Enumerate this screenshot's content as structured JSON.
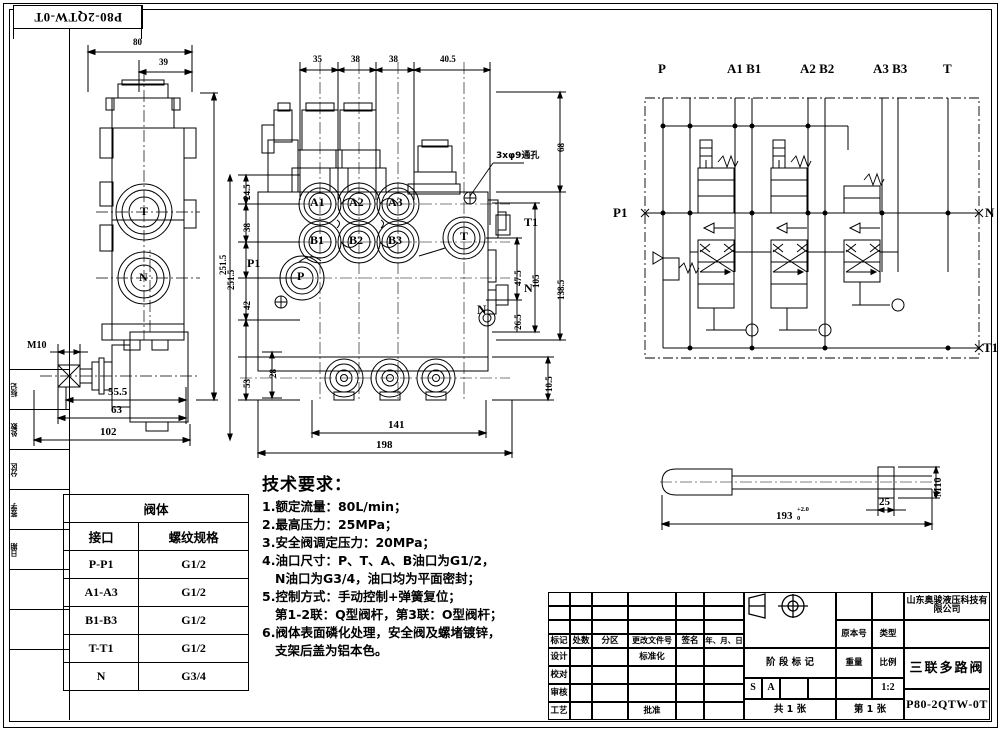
{
  "drawing": {
    "code_box_label": "P80-2QTW-0T",
    "title": "三联多路阀",
    "model": "P80-2QTW-0T",
    "company": "山东奥骏液压科技有限公司"
  },
  "left_strip": [
    {
      "label": "标记"
    },
    {
      "label": "处数"
    },
    {
      "label": "分区"
    },
    {
      "label": "签字"
    },
    {
      "label": "日期"
    }
  ],
  "top_view": {
    "dims": [
      "80",
      "39"
    ],
    "overall_height": "251.5",
    "ports": [
      "T",
      "N"
    ]
  },
  "left_view": {
    "thread": "M10",
    "dims": [
      "55.5",
      "63",
      "102"
    ]
  },
  "front_view": {
    "top_dims": [
      "35",
      "38",
      "38",
      "40.5"
    ],
    "left_dims": [
      "24.5",
      "38",
      "42",
      "53",
      "28",
      "251.5"
    ],
    "right_dims": [
      "68",
      "138.5",
      "105",
      "47.5",
      "26.5",
      "10.5"
    ],
    "bottom_dims": [
      "141",
      "198"
    ],
    "hole_callout": "3xφ9通孔",
    "port_labels": [
      "A1",
      "A2",
      "A3",
      "B1",
      "B2",
      "B3",
      "P",
      "T",
      "N",
      "P1",
      "T1"
    ]
  },
  "handle_view": {
    "length": "193",
    "tol_upper": "+2.0",
    "tol_lower": "0",
    "nut_width": "25",
    "thread": "M10"
  },
  "schematic": {
    "top_labels": [
      "P",
      "A1 B1",
      "A2 B2",
      "A3 B3",
      "T"
    ],
    "left_label": "P1",
    "right_label": "N",
    "bottom_right_label": "T1",
    "sections": 3
  },
  "valve_body_table": {
    "title": "阀体",
    "headers": [
      "接口",
      "螺纹规格"
    ],
    "rows": [
      [
        "P-P1",
        "G1/2"
      ],
      [
        "A1-A3",
        "G1/2"
      ],
      [
        "B1-B3",
        "G1/2"
      ],
      [
        "T-T1",
        "G1/2"
      ],
      [
        "N",
        "G3/4"
      ]
    ]
  },
  "tech_requirements": {
    "title": "技术要求：",
    "lines": [
      {
        "text": "1.额定流量：80L/min；",
        "indent": false
      },
      {
        "text": "2.最高压力：25MPa；",
        "indent": false
      },
      {
        "text": "3.安全阀调定压力：20MPa；",
        "indent": false
      },
      {
        "text": "4.油口尺寸：P、T、A、B油口为G1/2，",
        "indent": false
      },
      {
        "text": "N油口为G3/4，油口均为平面密封；",
        "indent": true
      },
      {
        "text": "5.控制方式：手动控制+弹簧复位；",
        "indent": false
      },
      {
        "text": "第1-2联：Q型阀杆，第3联：O型阀杆；",
        "indent": true
      },
      {
        "text": "6.阀体表面磷化处理，安全阀及螺堵镀锌，",
        "indent": false
      },
      {
        "text": "支架后盖为铝本色。",
        "indent": true
      }
    ]
  },
  "title_block": {
    "rev_headers": [
      "标记",
      "处数",
      "分区",
      "更改文件号",
      "签名",
      "年、月、日"
    ],
    "role_rows": [
      "设计",
      "校对",
      "审核",
      "工艺"
    ],
    "standardize": "标准化",
    "approve": "批准",
    "stage_mark": "阶 段 标 记",
    "stage_s": "S",
    "stage_a": "A",
    "weight_label": "重量",
    "scale_label": "比例",
    "scale_value": "1:2",
    "version_label": "原本号",
    "type_label": "类型",
    "sheets_total": "共  1  张",
    "sheet_no": "第  1  张"
  }
}
